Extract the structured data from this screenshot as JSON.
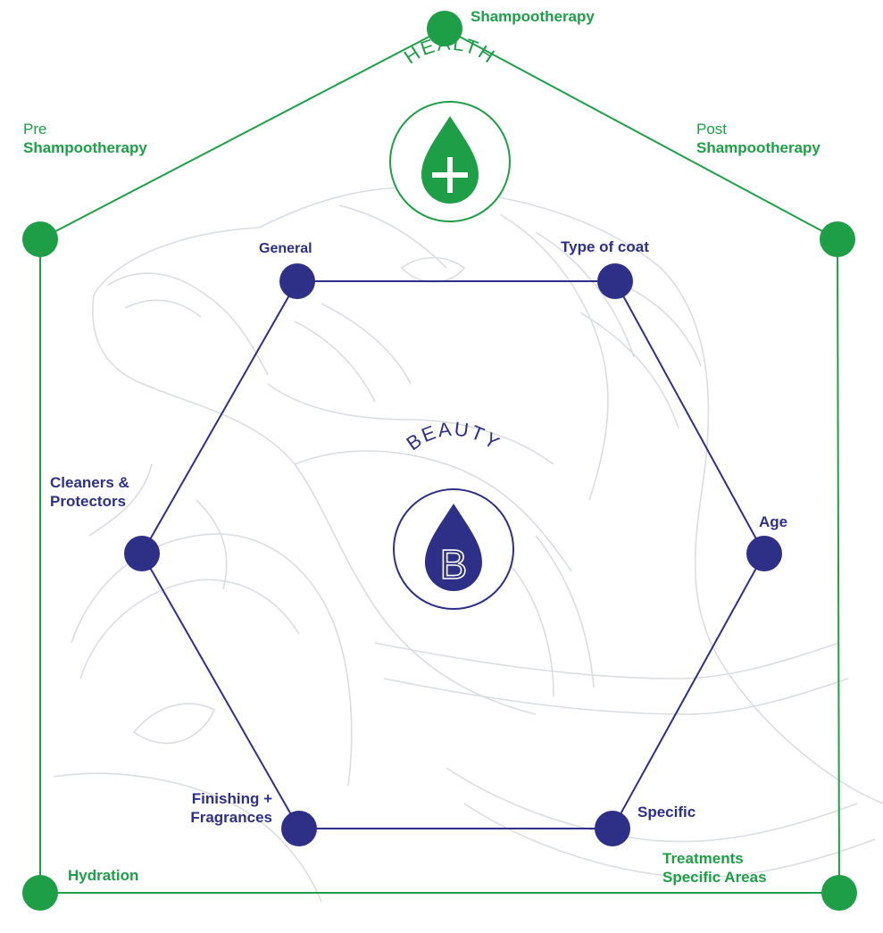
{
  "colors": {
    "green": "#1e9e47",
    "purple": "#2e2f86",
    "sketch": "#d9dde2",
    "background": "#ffffff"
  },
  "icons": {
    "health": "drop-plus-icon",
    "beauty": "drop-letter-b-icon",
    "background": "dog-and-cat-line-sketch"
  },
  "health": {
    "title": "HEALTH",
    "nodes": {
      "top": {
        "line2": "Shampootherapy"
      },
      "pre": {
        "line1": "Pre",
        "line2": "Shampootherapy"
      },
      "post": {
        "line1": "Post",
        "line2": "Shampootherapy"
      },
      "hydration": {
        "line1": "Hydration"
      },
      "treatments": {
        "line1": "Treatments",
        "line2": "Specific Areas"
      }
    }
  },
  "beauty": {
    "title": "BEAUTY",
    "letter": "B",
    "nodes": {
      "general": {
        "line1": "General"
      },
      "type_of_coat": {
        "line1": "Type of coat"
      },
      "age": {
        "line1": "Age"
      },
      "specific": {
        "line1": "Specific"
      },
      "finishing": {
        "line1": "Finishing +",
        "line2": "Fragrances"
      },
      "cleaners": {
        "line1": "Cleaners &",
        "line2": "Protectors"
      }
    }
  }
}
